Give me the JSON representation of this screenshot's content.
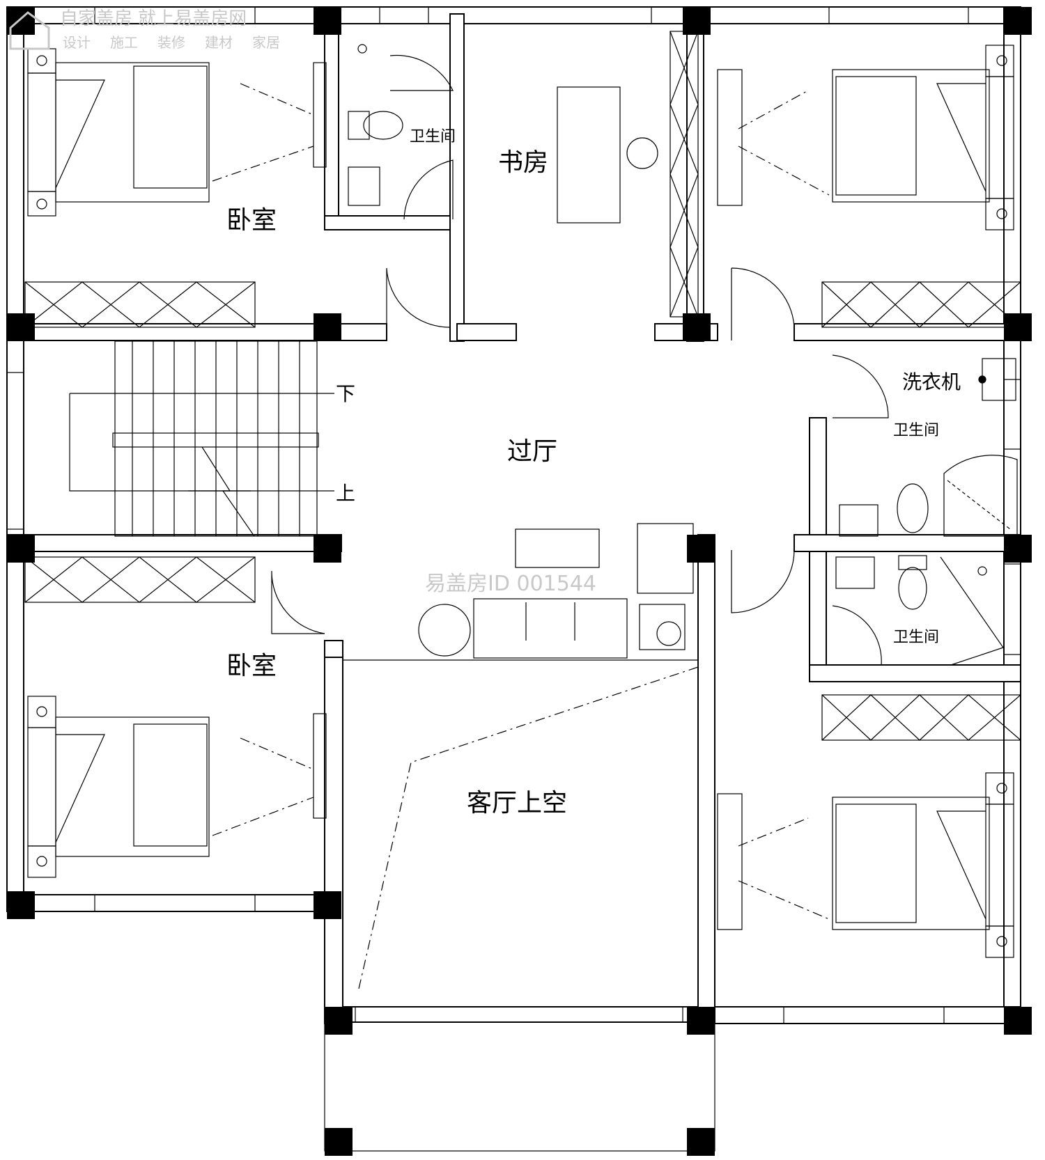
{
  "watermark": {
    "brand_line": "自家盖房 就上易盖房网",
    "services": [
      "设计",
      "施工",
      "装修",
      "建材",
      "家居"
    ],
    "center_id": "易盖房ID 001544"
  },
  "rooms": {
    "bedroom_top_left": "卧室",
    "bedroom_bottom_left": "卧室",
    "bathroom_top": "卫生间",
    "study": "书房",
    "hall": "过厅",
    "washer": "洗衣机",
    "bathroom_right_1": "卫生间",
    "bathroom_right_2": "卫生间",
    "living_void": "客厅上空"
  },
  "stairs": {
    "down_label": "下",
    "up_label": "上"
  }
}
